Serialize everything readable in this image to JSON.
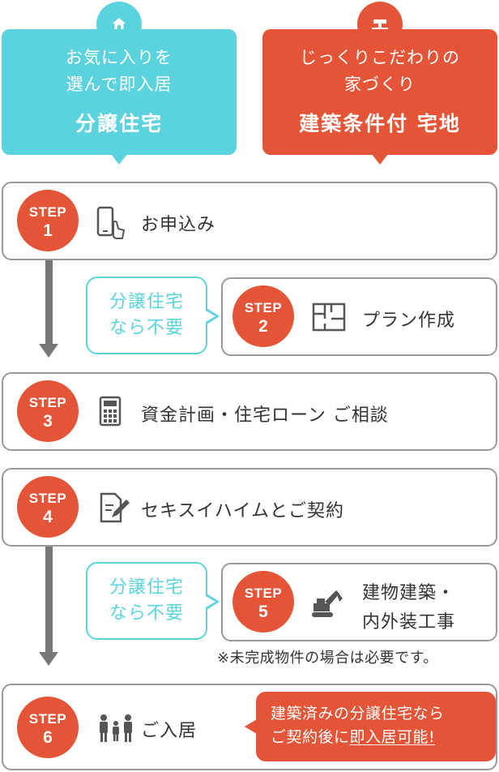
{
  "options": {
    "left": {
      "line1": "お気に入りを",
      "line2": "選んで即入居",
      "title": "分譲住宅",
      "icon": "house-icon",
      "color": "#5bd3de"
    },
    "right": {
      "line1": "じっくりこだわりの",
      "line2": "家づくり",
      "title": "建築条件付 宅地",
      "icon": "land-plot-icon",
      "color": "#e45436"
    }
  },
  "steps": [
    {
      "word": "STEP",
      "num": "1",
      "label": "お申込み",
      "icon": "smartphone-tap-icon"
    },
    {
      "word": "STEP",
      "num": "2",
      "label": "プラン作成",
      "icon": "floor-plan-icon"
    },
    {
      "word": "STEP",
      "num": "3",
      "label": "資金計画・住宅ローン ご相談",
      "icon": "calculator-icon"
    },
    {
      "word": "STEP",
      "num": "4",
      "label": "セキスイハイムとご契約",
      "icon": "contract-pen-icon"
    },
    {
      "word": "STEP",
      "num": "5",
      "label_line1": "建物建築・",
      "label_line2": "内外装工事",
      "icon": "excavator-icon"
    },
    {
      "word": "STEP",
      "num": "6",
      "label": "ご入居",
      "icon": "family-icon"
    }
  ],
  "skip_note": {
    "line1": "分譲住宅",
    "line2": "なら不要"
  },
  "unfinished_note": "※未完成物件の場合は必要です。",
  "movein_note": {
    "line1": "建築済みの分譲住宅なら",
    "line2_prefix": "ご契約後に",
    "line2_highlight": "即入居可能!"
  },
  "colors": {
    "accent_red": "#e45436",
    "accent_cyan": "#5bd3de",
    "border_gray": "#999999",
    "arrow_gray": "#777777"
  }
}
